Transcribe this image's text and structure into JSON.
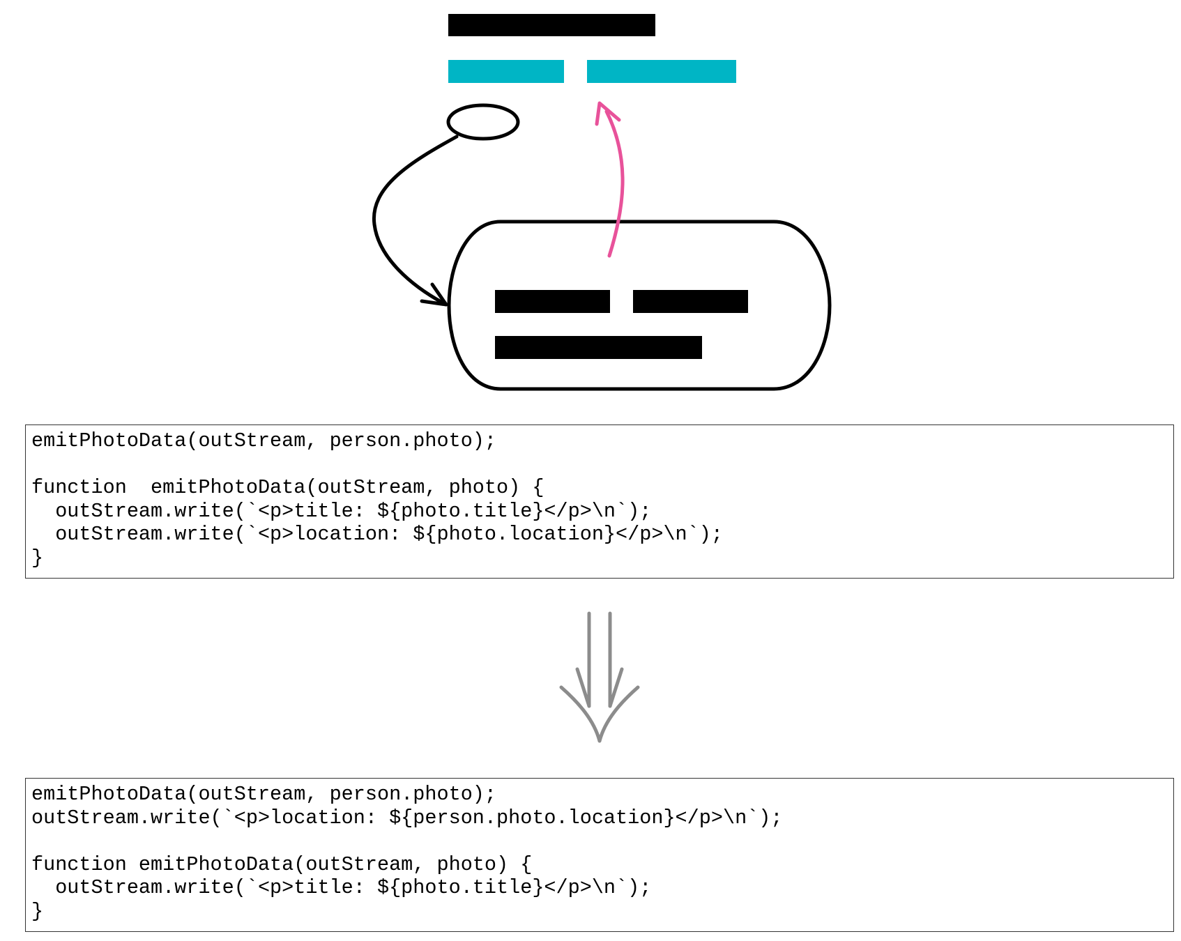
{
  "colors": {
    "ink": "#000000",
    "accent_bar": "#00b5c5",
    "pink_arrow": "#e8529a",
    "transform_arrow": "#8c8c8c",
    "box_border": "#333333"
  },
  "code_before": {
    "lines": [
      "emitPhotoData(outStream, person.photo);",
      "",
      "function  emitPhotoData(outStream, photo) {",
      "  outStream.write(`<p>title: ${photo.title}</p>\\n`);",
      "  outStream.write(`<p>location: ${photo.location}</p>\\n`);",
      "}"
    ]
  },
  "code_after": {
    "lines": [
      "emitPhotoData(outStream, person.photo);",
      "outStream.write(`<p>location: ${person.photo.location}</p>\\n`);",
      "",
      "function emitPhotoData(outStream, photo) {",
      "  outStream.write(`<p>title: ${photo.title}</p>\\n`);",
      "}"
    ]
  },
  "icons": {
    "transform": "double-down-arrow-icon"
  }
}
